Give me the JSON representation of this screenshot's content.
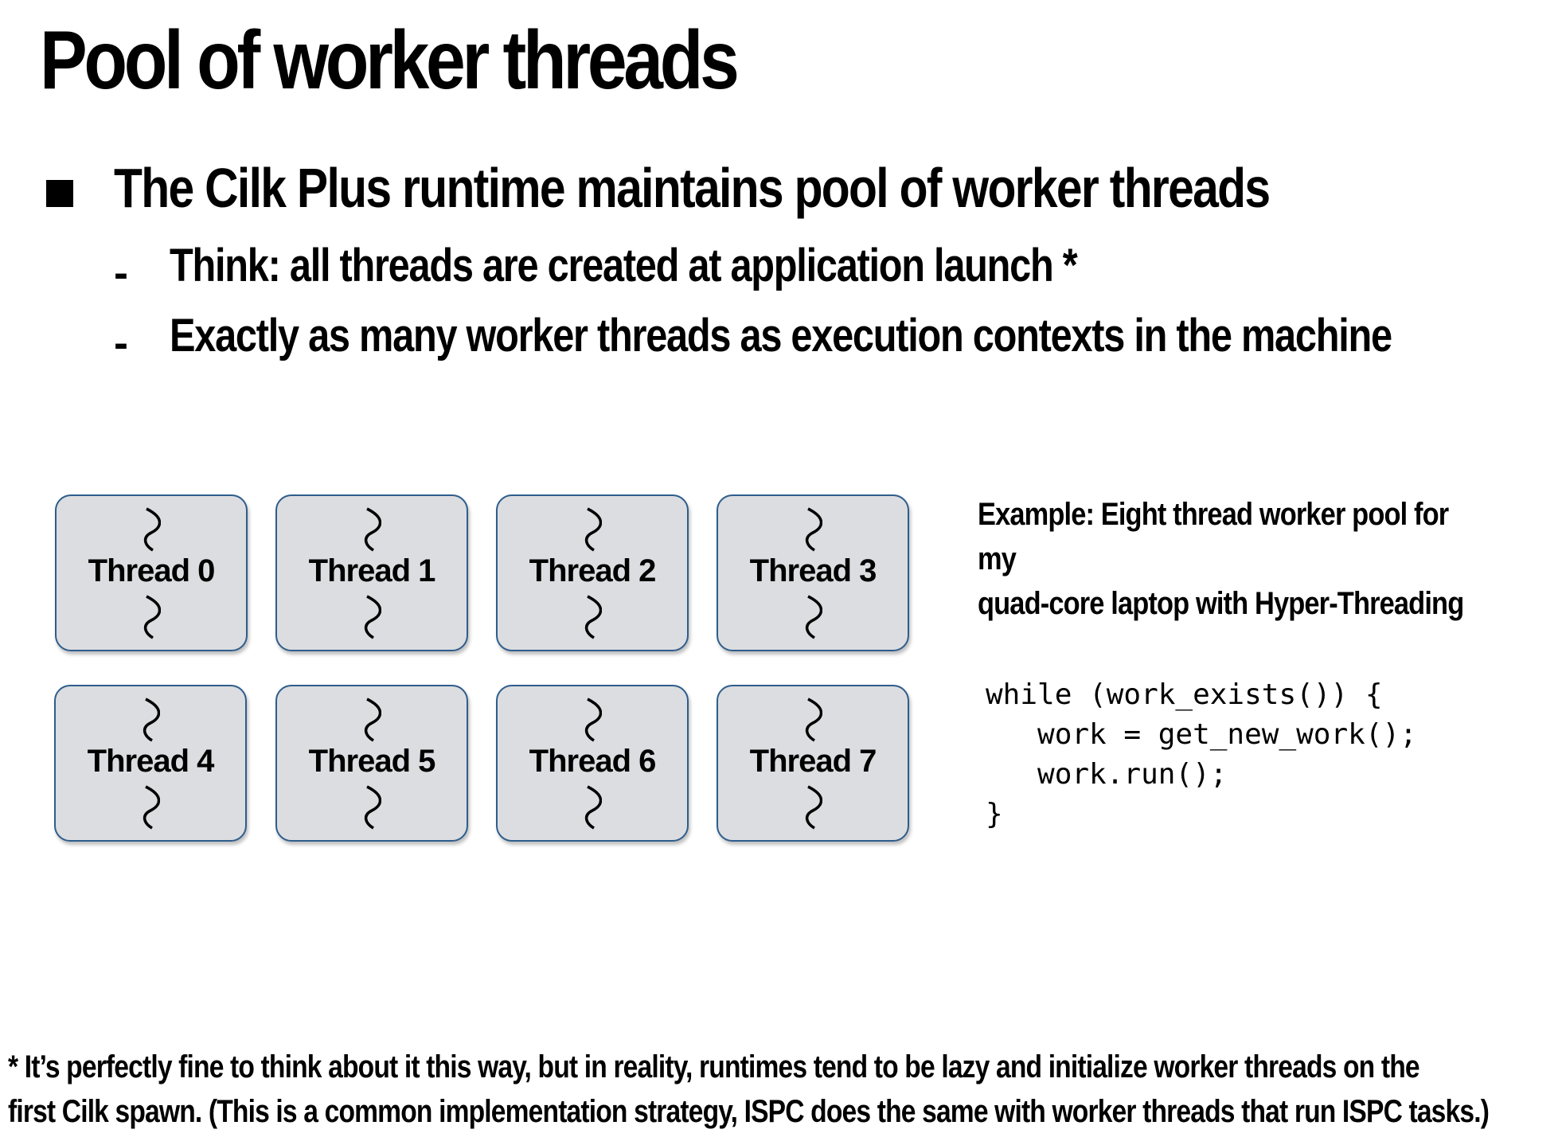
{
  "title": "Pool of worker threads",
  "bullet": {
    "text": "The Cilk Plus runtime maintains pool of worker threads",
    "sub": [
      "Think: all threads are created at application launch *",
      "Exactly as many worker threads as execution contexts in the machine"
    ]
  },
  "dash_marker": "-",
  "threads": [
    "Thread 0",
    "Thread 1",
    "Thread 2",
    "Thread 3",
    "Thread 4",
    "Thread 5",
    "Thread 6",
    "Thread 7"
  ],
  "example": {
    "line1": "Example: Eight thread worker pool for my",
    "line2": "quad-core laptop with Hyper-Threading"
  },
  "code": {
    "line1": "while (work_exists()) {",
    "line2": "   work = get_new_work();",
    "line3": "   work.run();",
    "line4": "}"
  },
  "footnote": {
    "line1": "* It’s perfectly fine to think about it this way, but in reality, runtimes tend to be lazy and initialize worker threads on the",
    "line2": "first Cilk spawn. (This is a common implementation strategy, ISPC does the same with worker threads that run ISPC tasks.)"
  },
  "colors": {
    "box_fill": "#dcdde0",
    "box_border": "#2e5d8c"
  }
}
